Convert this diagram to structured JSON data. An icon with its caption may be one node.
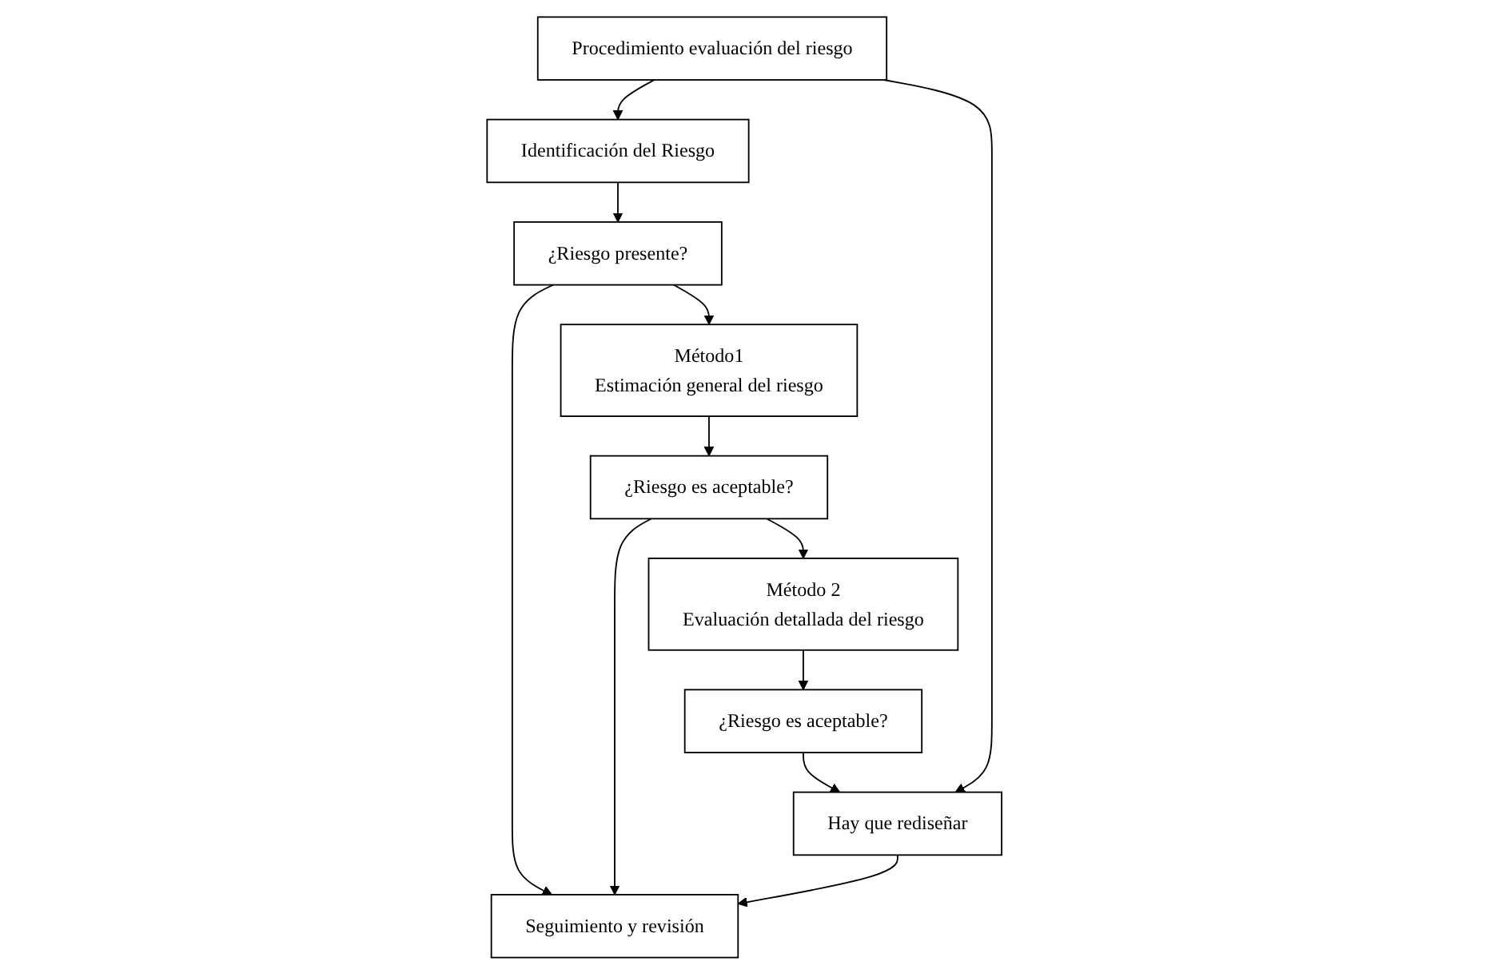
{
  "diagram": {
    "nodes": [
      {
        "text": [
          "Identificación del Riesgo"
        ]
      },
      {
        "text": [
          "¿Riesgo presente?"
        ]
      },
      {
        "text": [
          "Método1",
          "Estimación general del riesgo"
        ]
      },
      {
        "text": [
          "Procedimiento evaluación del riesgo"
        ]
      },
      {
        "text": [
          "¿Riesgo es aceptable?"
        ]
      },
      {
        "text": [
          "Seguimiento y revisión"
        ]
      },
      {
        "text": [
          "Método 2",
          "Evaluación detallada del riesgo"
        ]
      },
      {
        "text": [
          "¿Riesgo es aceptable?"
        ]
      },
      {
        "text": [
          "Hay que rediseñar"
        ]
      }
    ],
    "edges": [
      {
        "from": 0,
        "to": 1,
        "arrow": "to"
      },
      {
        "from": 1,
        "to": 2,
        "arrow": "to"
      },
      {
        "from": 2,
        "to": 4,
        "arrow": "to"
      },
      {
        "from": 4,
        "to": 6,
        "arrow": "to"
      },
      {
        "from": 6,
        "to": 7,
        "arrow": "to"
      },
      {
        "from": 7,
        "to": 8,
        "arrow": "to"
      },
      {
        "from": 3,
        "to": 0,
        "arrow": "to"
      },
      {
        "from": 3,
        "to": 8,
        "arrow": "to"
      },
      {
        "from": 1,
        "to": 5,
        "arrow": "to"
      },
      {
        "from": 4,
        "to": 5,
        "arrow": "to"
      },
      {
        "from": 8,
        "to": 5,
        "arrow": "to"
      }
    ]
  }
}
